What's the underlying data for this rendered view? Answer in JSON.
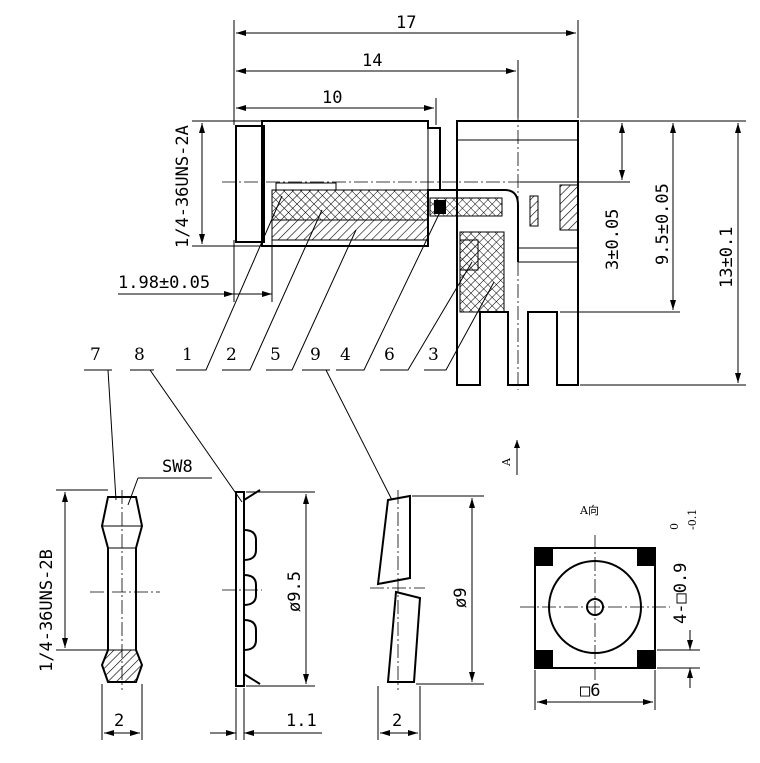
{
  "dimensions": {
    "overall_length": "17",
    "body_length": "14",
    "thread_length": "10",
    "thread_spec_top": "1/4-36UNS-2A",
    "offset": "1.98±0.05",
    "height_small": "3±0.05",
    "height_mid": "9.5±0.05",
    "height_total": "13±0.1",
    "nut_thread": "1/4-36UNS-2B",
    "nut_width": "SW8",
    "nut_thickness": "2",
    "washer_dia": "ø9.5",
    "washer_thickness": "1.1",
    "lockwasher_dia": "ø9",
    "lockwasher_thickness": "2",
    "pad_size": "4-□0.9",
    "pad_tol_upper": "0",
    "pad_tol_lower": "-0.1",
    "footprint_size": "□6"
  },
  "labels": {
    "view_arrow": "A",
    "view_title": "A向"
  },
  "part_numbers": [
    "7",
    "8",
    "1",
    "2",
    "5",
    "9",
    "4",
    "6",
    "3"
  ]
}
